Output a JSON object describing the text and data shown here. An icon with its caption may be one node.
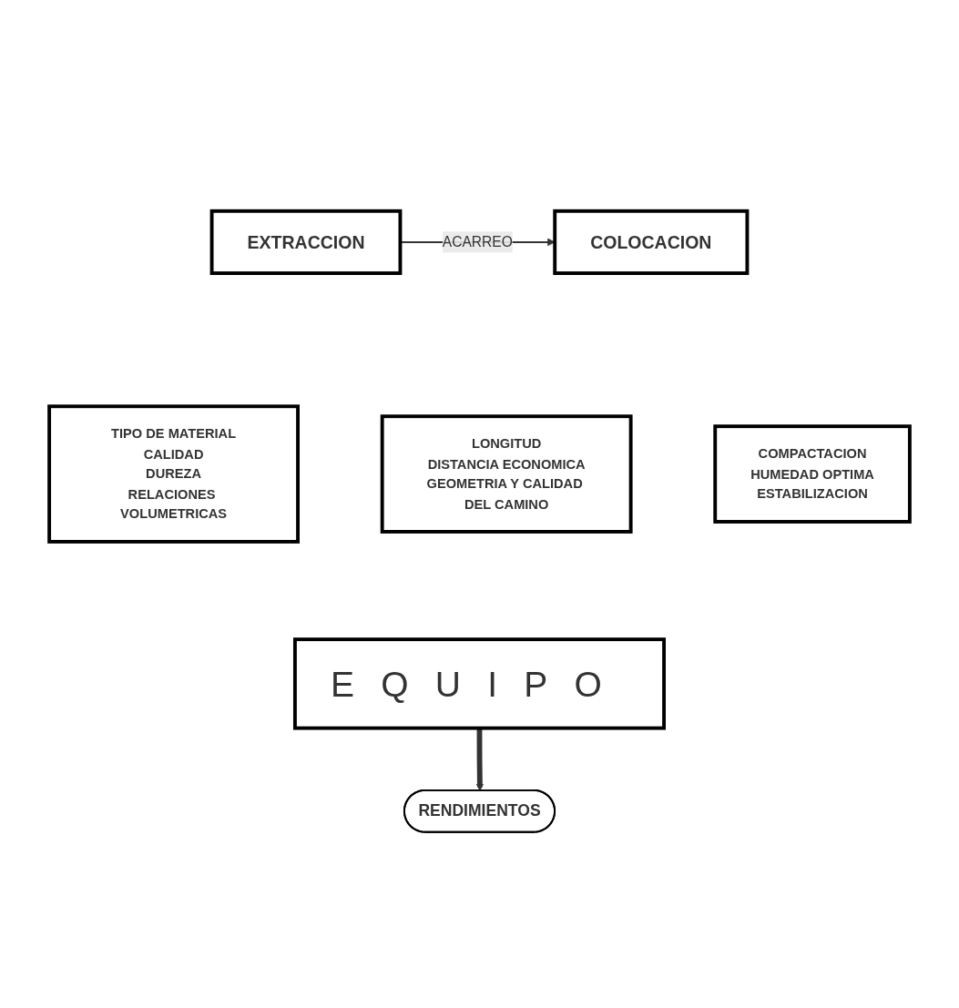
{
  "diagram": {
    "nodes": [
      {
        "text": [
          "EXTRACCION"
        ]
      },
      {
        "text": [
          "COLOCACION"
        ]
      },
      {
        "text": [
          "TIPO DE MATERIAL",
          "CALIDAD",
          "DUREZA",
          "RELACIONES VOLUMETRICAS"
        ]
      },
      {
        "text": [
          "LONGITUD",
          "DISTANCIA ECONOMICA",
          "GEOMETRIA Y CALIDAD DEL CAMINO"
        ]
      },
      {
        "text": [
          "COMPACTACION",
          "HUMEDAD OPTIMA",
          "ESTABILIZACION"
        ]
      },
      {
        "text": [
          "EQUIPO"
        ]
      },
      {
        "text": [
          "RENDIMIENTOS"
        ]
      }
    ],
    "edges": [
      {
        "from": 0,
        "to": 1,
        "arrow": "to",
        "label": "ACARREO"
      },
      {
        "from": 5,
        "to": 6,
        "arrow": "to",
        "style": "thick"
      }
    ]
  }
}
